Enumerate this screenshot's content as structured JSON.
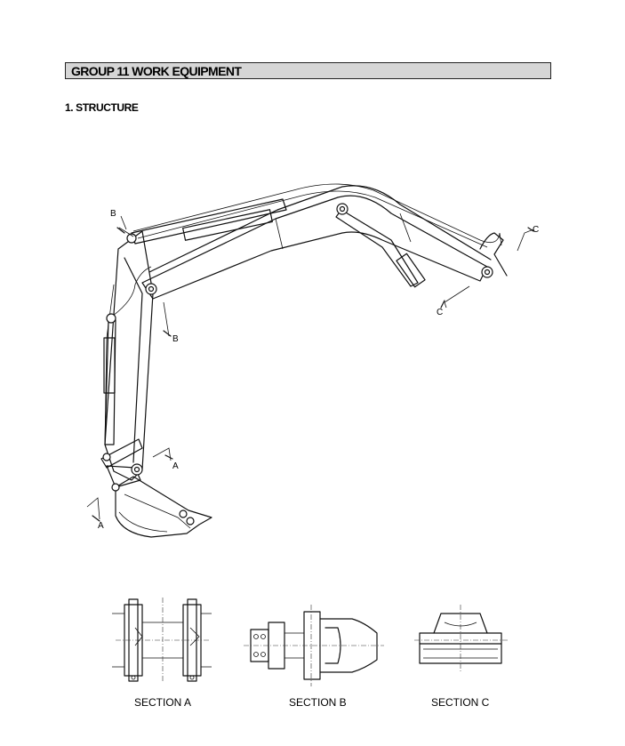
{
  "header": {
    "group_title": "GROUP  11  WORK EQUIPMENT"
  },
  "section": {
    "heading": "1. STRUCTURE"
  },
  "drawing": {
    "callouts": {
      "a_top": "A",
      "a_bottom": "A",
      "b_top": "B",
      "b_mid": "B",
      "c_top": "C",
      "c_bottom": "C"
    }
  },
  "sections": {
    "a_label": "SECTION A",
    "b_label": "SECTION B",
    "c_label": "SECTION C"
  }
}
